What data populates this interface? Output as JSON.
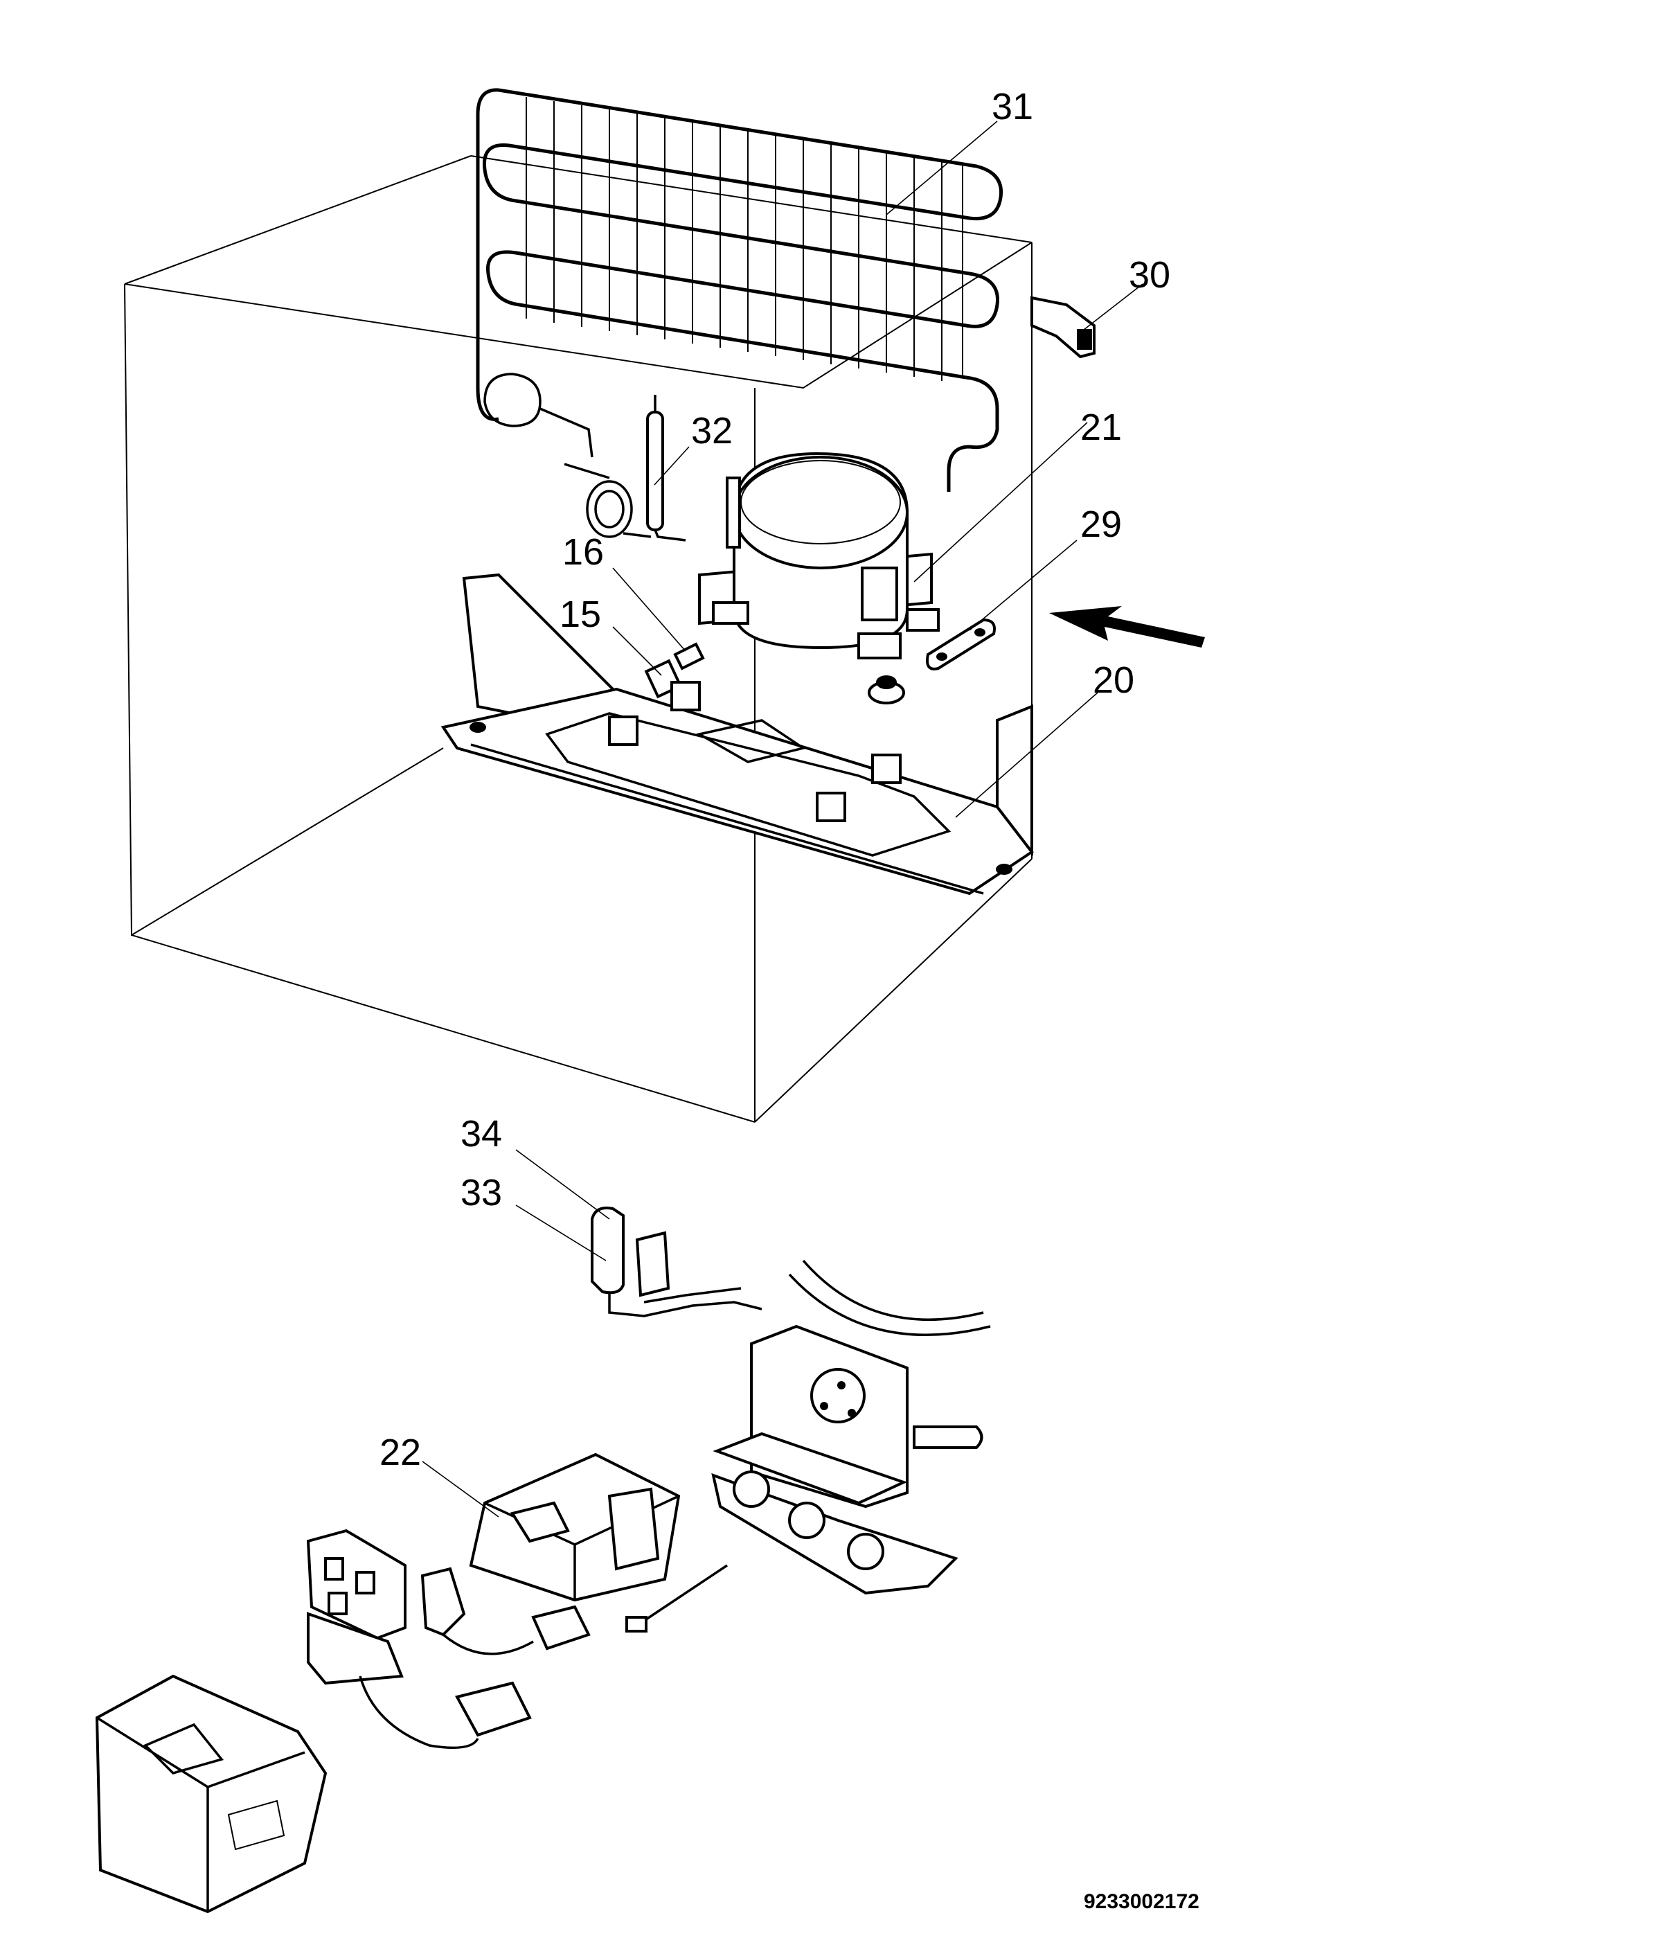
{
  "callouts": {
    "c31": "31",
    "c30": "30",
    "c32": "32",
    "c21": "21",
    "c29": "29",
    "c16": "16",
    "c15": "15",
    "c20": "20",
    "c34": "34",
    "c33": "33",
    "c22": "22"
  },
  "document_code": "9233002172"
}
